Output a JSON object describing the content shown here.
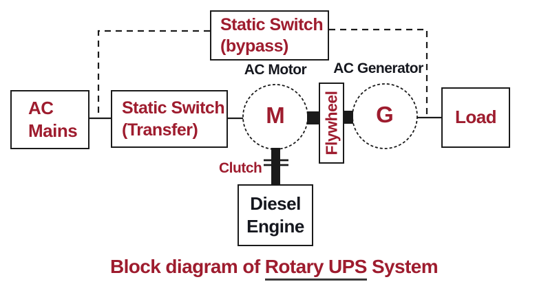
{
  "diagram": {
    "title": {
      "prefix": "Block diagram of",
      "underlined": "Rotary UPS",
      "suffix": "System"
    },
    "blocks": {
      "ac_mains": {
        "line1": "AC",
        "line2": "Mains"
      },
      "static_switch_transfer": {
        "line1": "Static Switch",
        "line2": "(Transfer)"
      },
      "static_switch_bypass": {
        "line1": "Static Switch",
        "line2": "(bypass)"
      },
      "load": {
        "label": "Load"
      },
      "diesel_engine": {
        "line1": "Diesel",
        "line2": "Engine"
      },
      "flywheel": {
        "label": "Flywheel"
      },
      "motor": {
        "symbol": "M",
        "caption": "AC Motor"
      },
      "generator": {
        "symbol": "G",
        "caption": "AC Generator"
      },
      "clutch": {
        "label": "Clutch"
      }
    },
    "colors": {
      "accent_red": "#9e1c2e",
      "ink": "#15171e",
      "line_ink": "#1a1a1a",
      "bg": "#ffffff"
    }
  }
}
